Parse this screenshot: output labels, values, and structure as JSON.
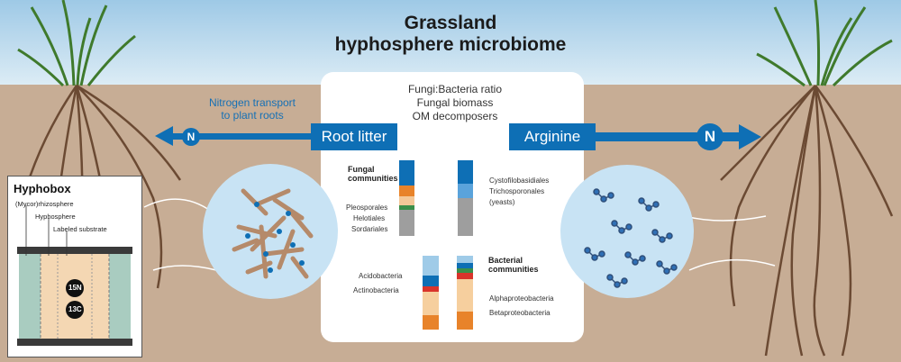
{
  "title_line1": "Grassland",
  "title_line2": "hyphosphere microbiome",
  "ratio": {
    "line1": "Fungi:Bacteria ratio",
    "line2": "Fungal biomass",
    "line3": "OM decomposers"
  },
  "root_litter": "Root litter",
  "arginine": "Arginine",
  "nitrogen": {
    "line1": "Nitrogen transport",
    "line2": "to plant roots",
    "symbol": "N"
  },
  "fungal": {
    "heading_line1": "Fungal",
    "heading_line2": "communities",
    "left": [
      "Pleosporales",
      "Helotiales",
      "Sordariales"
    ],
    "right": [
      "Cystofilobasidiales",
      "Trichosporonales",
      "(yeasts)"
    ]
  },
  "bacterial": {
    "heading_line1": "Bacterial",
    "heading_line2": "communities",
    "left": [
      "Acidobacteria",
      "Actinobacteria"
    ],
    "right": [
      "Alphaproteobacteria",
      "Betaproteobacteria"
    ]
  },
  "hyphobox": {
    "title": "Hyphobox",
    "labels": [
      "(Mycor)rhizosphere",
      "Hyphosphere",
      "Labeled substrate"
    ],
    "isotopes": [
      "15N",
      "13C"
    ]
  },
  "colors": {
    "accent": "#0e6fb5",
    "soil": "#c7ad95",
    "sky": "#9ec9e6"
  }
}
